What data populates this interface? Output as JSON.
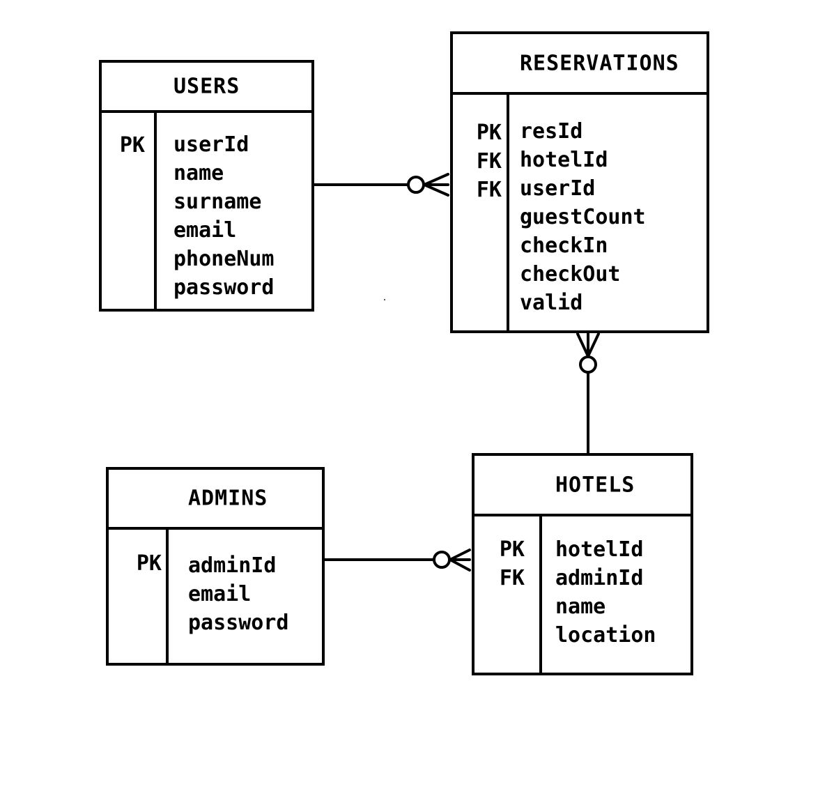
{
  "entities": {
    "users": {
      "title": "USERS",
      "keys": [
        "PK"
      ],
      "attributes": [
        "userId",
        "name",
        "surname",
        "email",
        "phoneNum",
        "password"
      ]
    },
    "reservations": {
      "title": "RESERVATIONS",
      "keys": [
        "PK",
        "FK",
        "FK"
      ],
      "attributes": [
        "resId",
        "hotelId",
        "userId",
        "guestCount",
        "checkIn",
        "checkOut",
        "valid"
      ]
    },
    "admins": {
      "title": "ADMINS",
      "keys": [
        "PK"
      ],
      "attributes": [
        "adminId",
        "email",
        "password"
      ]
    },
    "hotels": {
      "title": "HOTELS",
      "keys": [
        "PK",
        "FK"
      ],
      "attributes": [
        "hotelId",
        "adminId",
        "name",
        "location"
      ]
    }
  },
  "relationships": [
    {
      "from": "USERS",
      "to": "RESERVATIONS",
      "cardinality": "one-to-zero-or-many"
    },
    {
      "from": "HOTELS",
      "to": "RESERVATIONS",
      "cardinality": "one-to-zero-or-many"
    },
    {
      "from": "ADMINS",
      "to": "HOTELS",
      "cardinality": "one-to-zero-or-many"
    }
  ],
  "colors": {
    "line": "#000000",
    "background": "#ffffff"
  }
}
